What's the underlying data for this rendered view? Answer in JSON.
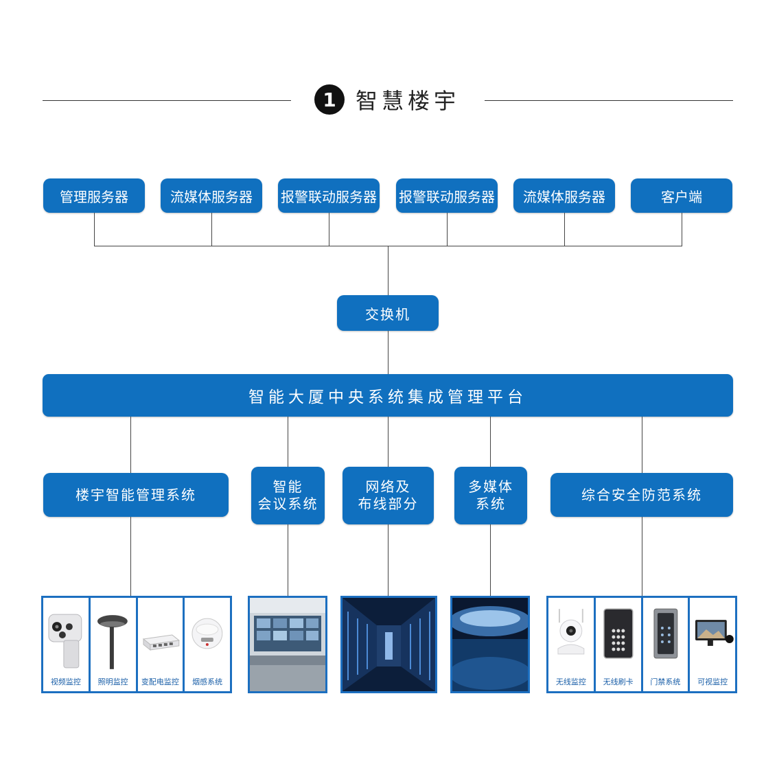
{
  "title": {
    "number": "1",
    "text": "智慧楼宇"
  },
  "servers": [
    {
      "label": "管理服务器"
    },
    {
      "label": "流媒体服务器"
    },
    {
      "label": "报警联动服务器"
    },
    {
      "label": "报警联动服务器"
    },
    {
      "label": "流媒体服务器"
    },
    {
      "label": "客户端"
    }
  ],
  "switch": {
    "label": "交换机"
  },
  "platform": {
    "label": "智能大厦中央系统集成管理平台"
  },
  "subsystems": [
    {
      "line1": "楼宇智能管理系统",
      "line2": ""
    },
    {
      "line1": "智能",
      "line2": "会议系统"
    },
    {
      "line1": "网络及",
      "line2": "布线部分"
    },
    {
      "line1": "多媒体",
      "line2": "系统"
    },
    {
      "line1": "综合安全防范系统",
      "line2": ""
    }
  ],
  "devices_building": [
    {
      "label": "视频监控",
      "icon": "camera-icon"
    },
    {
      "label": "照明监控",
      "icon": "street-lamp-icon"
    },
    {
      "label": "变配电监控",
      "icon": "network-switch-icon"
    },
    {
      "label": "烟感系统",
      "icon": "smoke-detector-icon"
    }
  ],
  "devices_security": [
    {
      "label": "无线监控",
      "icon": "wireless-camera-icon"
    },
    {
      "label": "无线刷卡",
      "icon": "card-reader-icon"
    },
    {
      "label": "门禁系统",
      "icon": "access-keypad-icon"
    },
    {
      "label": "可视监控",
      "icon": "video-monitor-icon"
    }
  ],
  "colors": {
    "accent": "#1070bf",
    "border": "#1c6fc0",
    "line": "#444444"
  }
}
